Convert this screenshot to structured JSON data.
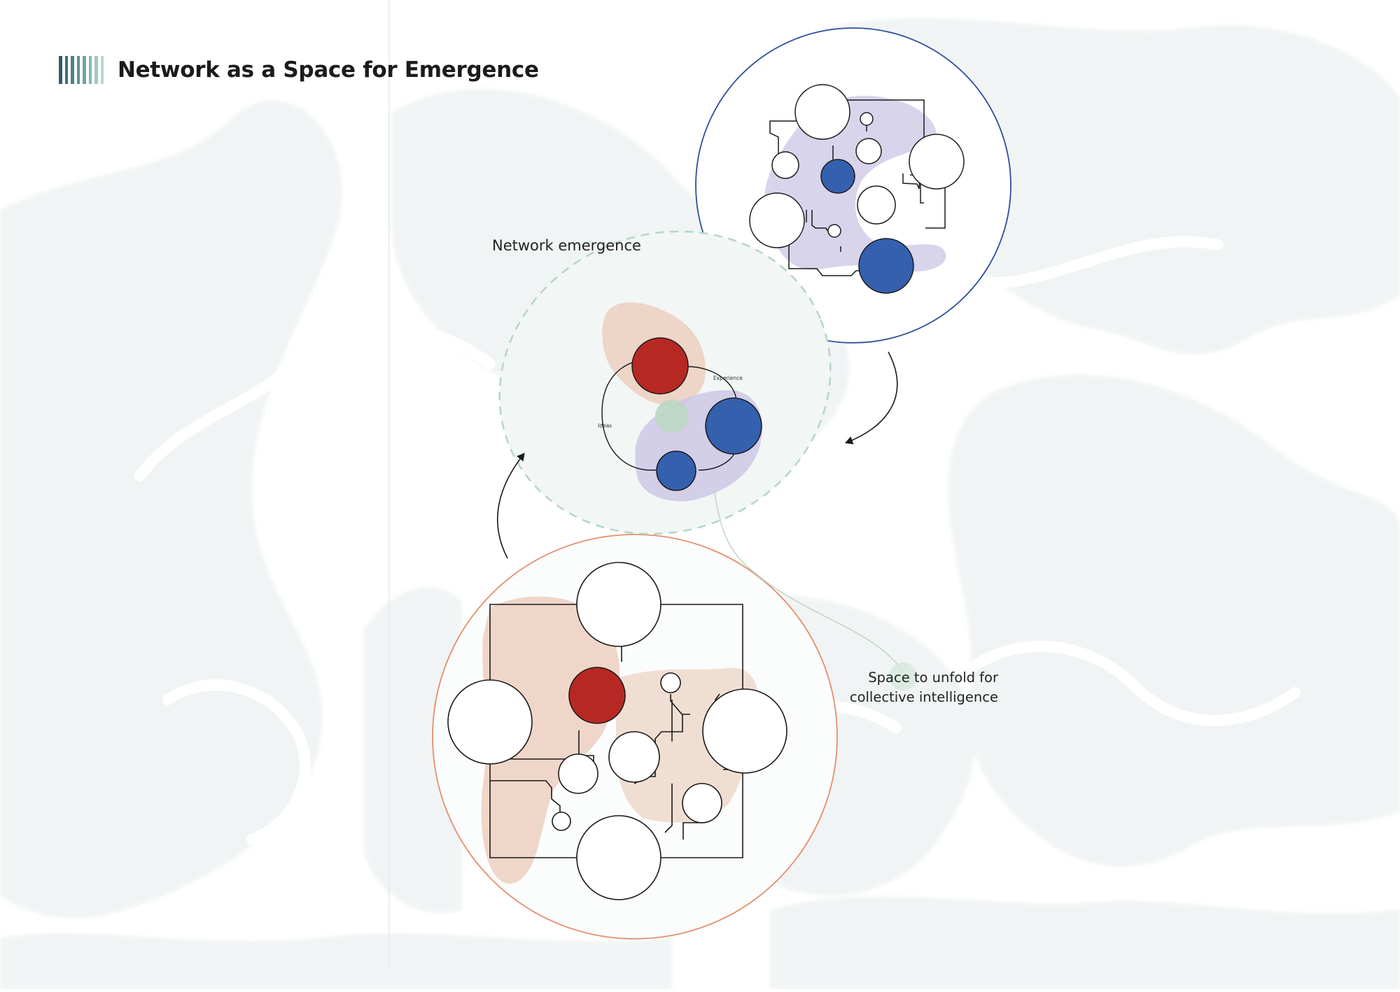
{
  "title": "Network as a Space for Emergence",
  "title_stripe_colors": [
    "#2f5d6b",
    "#3c6e78",
    "#4d8086",
    "#5d9296",
    "#6ea5a3",
    "#85b8b3",
    "#9ccac0",
    "#b5d9cd"
  ],
  "labels": {
    "network_emergence": "Network emergence",
    "space_to_unfold_line1": "Space to unfold for",
    "space_to_unfold_line2": "collective intelligence",
    "ideas": "Ideas",
    "experience": "Experience"
  },
  "colors": {
    "red_node": "#b82823",
    "blue_node": "#3460ad",
    "orange_ring": "#e48f6d",
    "blue_ring": "#2c4f9c",
    "dashed_boundary": "#b4d6c6",
    "lavender_blob": "#cbc6e6",
    "peach_blob": "#ebc9b8",
    "green_blob": "#bcd7c2"
  },
  "icons": [
    "title-stripes-icon",
    "arrow-up-icon",
    "arrow-down-left-icon"
  ]
}
